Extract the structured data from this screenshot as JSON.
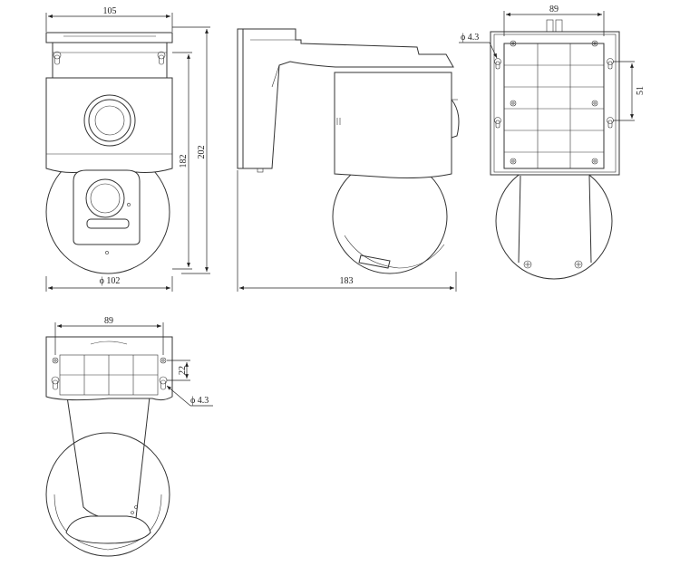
{
  "dimensions": {
    "front_width": "105",
    "front_height_body": "182",
    "front_height_total": "202",
    "dome_diameter": "ϕ 102",
    "side_depth": "183",
    "back_hole_spacing": "89",
    "back_vertical_spacing": "51",
    "back_hole_diameter": "ϕ 4.3",
    "bottom_hole_spacing": "89",
    "bottom_offset": "22",
    "bottom_hole_diameter": "ϕ 4.3"
  }
}
